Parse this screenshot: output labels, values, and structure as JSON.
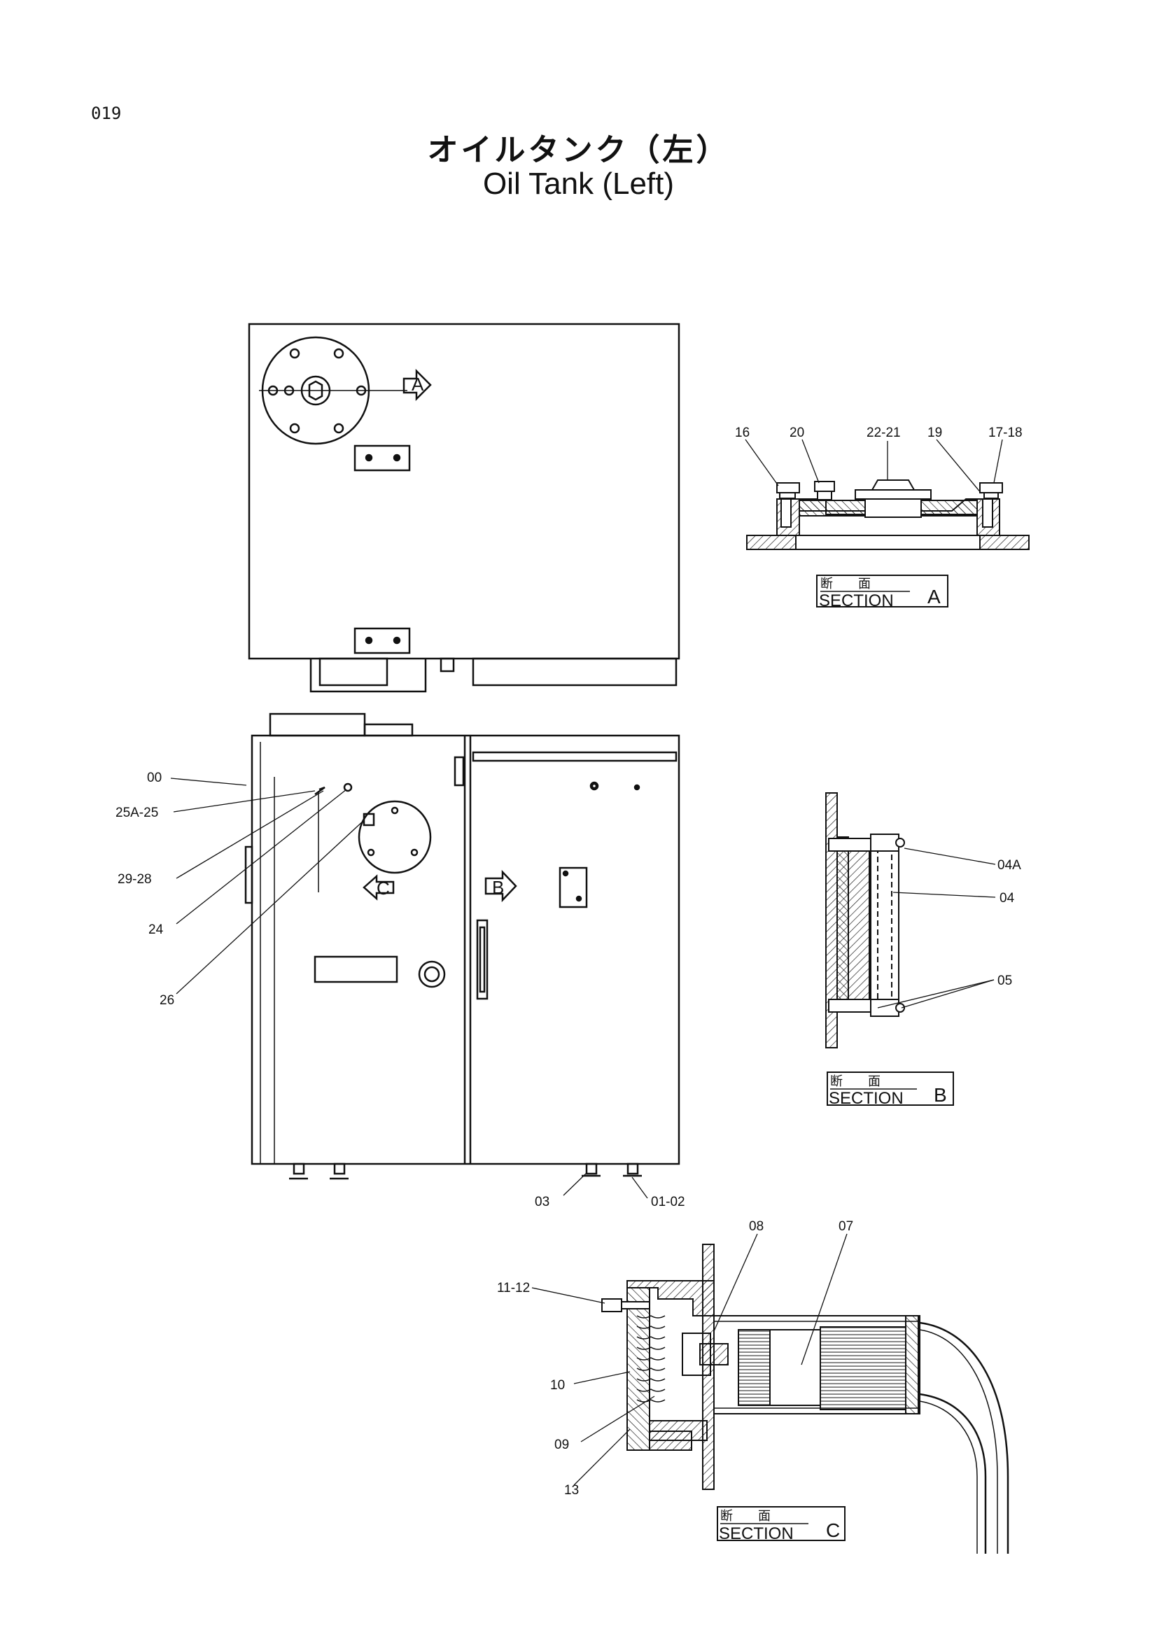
{
  "page_number": "019",
  "title_jp": "オイルタンク（左）",
  "title_en": "Oil Tank (Left)",
  "view_markers": {
    "a": "A",
    "b": "B",
    "c": "C"
  },
  "section_a": {
    "jp": "断　　面",
    "en": "SECTION",
    "letter": "A",
    "callouts": {
      "c16": "16",
      "c20": "20",
      "c22_21": "22-21",
      "c19": "19",
      "c17_18": "17-18"
    }
  },
  "section_b": {
    "jp": "断　　面",
    "en": "SECTION",
    "letter": "B",
    "callouts": {
      "c04a": "04A",
      "c04": "04",
      "c05": "05"
    }
  },
  "section_c": {
    "jp": "断　　面",
    "en": "SECTION",
    "letter": "C",
    "callouts": {
      "c11_12": "11-12",
      "c08": "08",
      "c07": "07",
      "c10": "10",
      "c09": "09",
      "c13": "13"
    }
  },
  "front_callouts": {
    "c00": "00",
    "c25a_25": "25A-25",
    "c29_28": "29-28",
    "c24": "24",
    "c26": "26",
    "c03": "03",
    "c01_02": "01-02"
  }
}
